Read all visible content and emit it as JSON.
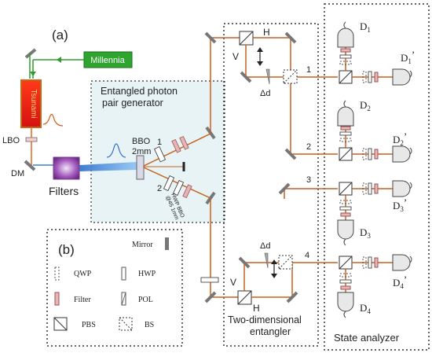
{
  "panel_a_label": "(a)",
  "panel_b_label": "(b)",
  "lasers": {
    "millennia": "Millennia",
    "tsunami": "Tsunami"
  },
  "components": {
    "lbo": "LBO",
    "dm": "DM",
    "filters": "Filters",
    "bbo_line1": "BBO",
    "bbo_line2": "2mm",
    "hwp_bbo_line1": "HWP BBO",
    "hwp_bbo_line2": "@45 1mm"
  },
  "boxes": {
    "generator_line1": "Entangled photon",
    "generator_line2": "pair generator",
    "entangler_line1": "Two-dimensional",
    "entangler_line2": "entangler",
    "analyzer": "State analyzer"
  },
  "paths": [
    "1",
    "2",
    "3",
    "4"
  ],
  "polarization": {
    "h": "H",
    "v": "V",
    "delta_d": "Δd"
  },
  "detectors": [
    {
      "name": "D",
      "sub": "1",
      "prime": ""
    },
    {
      "name": "D",
      "sub": "1",
      "prime": "’"
    },
    {
      "name": "D",
      "sub": "2",
      "prime": ""
    },
    {
      "name": "D",
      "sub": "2",
      "prime": "’"
    },
    {
      "name": "D",
      "sub": "3",
      "prime": "’"
    },
    {
      "name": "D",
      "sub": "3",
      "prime": ""
    },
    {
      "name": "D",
      "sub": "4",
      "prime": "’"
    },
    {
      "name": "D",
      "sub": "4",
      "prime": ""
    }
  ],
  "legend": {
    "mirror": "Mirror",
    "qwp": "QWP",
    "hwp": "HWP",
    "filter": "Filter",
    "pol": "POL",
    "pbs": "PBS",
    "bs": "BS"
  },
  "colors": {
    "beam": "#c8611c",
    "pump_uv": "#3a7fd0",
    "laser_green": "#2e9e2e",
    "generator_box_fill": "#e7f3f5",
    "tsunami": "#e02020",
    "filters_cube": "#9b4fb3"
  }
}
